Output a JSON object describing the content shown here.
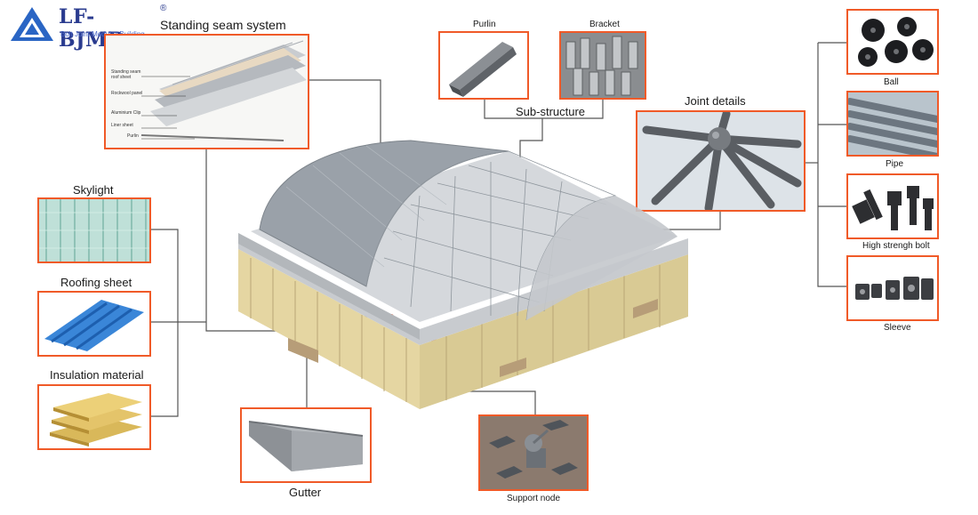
{
  "logo": {
    "name": "LF-BJMB",
    "registered": "®",
    "tagline": "Bolt Joint Modular Building"
  },
  "left_components": {
    "standing_seam": "Standing seam system",
    "standing_seam_layers": [
      "Standing seam roof sheet",
      "Rockwool panel",
      "Aluminium Clip",
      "Liner sheet",
      "Purlin"
    ],
    "skylight": "Skylight",
    "roofing_sheet": "Roofing sheet",
    "insulation": "Insulation material"
  },
  "substructure": {
    "title": "Sub-structure",
    "purlin": "Purlin",
    "bracket": "Bracket"
  },
  "joint": {
    "title": "Joint details",
    "ball": "Ball",
    "pipe": "Pipe",
    "bolt": "High strengh bolt",
    "sleeve": "Sleeve"
  },
  "bottom": {
    "gutter": "Gutter",
    "support_node": "Support node"
  },
  "colors": {
    "callout": "#f05a28",
    "connector": "#555555",
    "logo": "#2a3b8f"
  }
}
